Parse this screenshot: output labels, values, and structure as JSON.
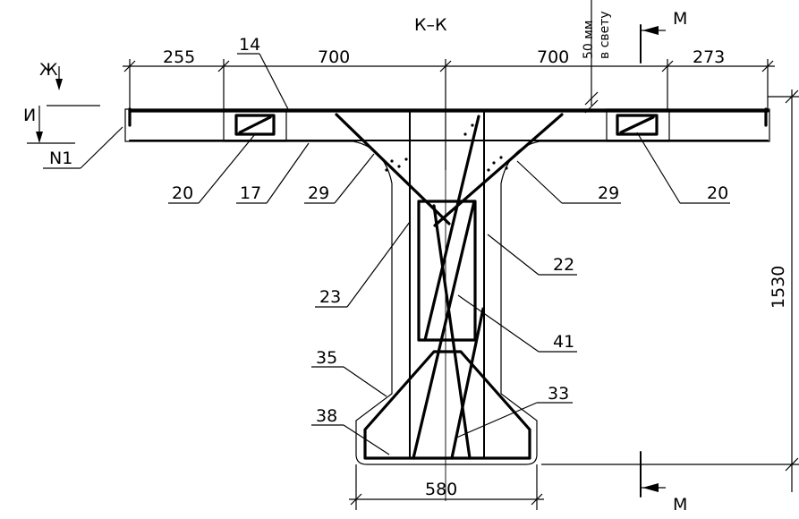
{
  "section_title": "К–К",
  "section_arrow_label_top": "М",
  "section_arrow_label_bottom": "М",
  "gap_note": {
    "line1": "50 мм",
    "line2": "в свету"
  },
  "dimensions": {
    "left_overhang": "255",
    "left_half": "700",
    "right_half": "700",
    "right_overhang": "273",
    "bottom_width": "580",
    "height": "1530"
  },
  "level_marks": {
    "upper": "Ж",
    "lower": "И"
  },
  "callouts": {
    "c14": "14",
    "cN1": "N1",
    "c20_left": "20",
    "c17": "17",
    "c29_left": "29",
    "c29_right": "29",
    "c20_right": "20",
    "c22": "22",
    "c23": "23",
    "c41": "41",
    "c35": "35",
    "c33": "33",
    "c38": "38"
  }
}
